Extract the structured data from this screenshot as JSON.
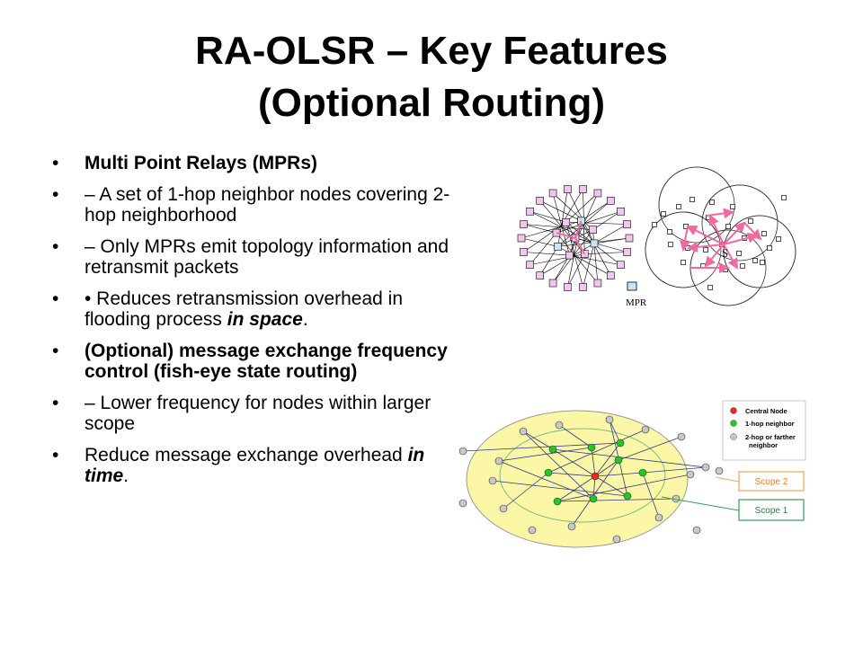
{
  "slide": {
    "title_line1": "RA-OLSR – Key Features",
    "title_line2": "(Optional Routing)",
    "bullet_char": "•",
    "bullets": {
      "b1": "Multi Point Relays (MPRs)",
      "b2": "– A set of 1-hop neighbor nodes covering 2-hop neighborhood",
      "b3": "– Only MPRs emit topology information and retransmit packets",
      "b4_pre": "• Reduces retransmission overhead in flooding process ",
      "b4_em": "in space",
      "b4_post": ".",
      "b5": "(Optional) message exchange frequency control (fish-eye state routing)",
      "b6": "– Lower frequency for nodes within larger scope",
      "b7_pre": "Reduce message exchange overhead ",
      "b7_em": "in time",
      "b7_post": "."
    }
  },
  "mpr_diagram": {
    "legend_label": "MPR",
    "source_label": "S",
    "colors": {
      "node": "#f2c6ee",
      "mpr": "#c8e6f5",
      "arrow": "#ef6aa0"
    }
  },
  "fisheye_diagram": {
    "legend": {
      "central": "Central Node",
      "one_hop": "1-hop neighbor",
      "two_hop_line1": "2-hop or farther",
      "two_hop_line2": "neighbor"
    },
    "scope2_label": "Scope 2",
    "scope1_label": "Scope 1",
    "colors": {
      "field": "#fbf7a6",
      "central": "#e8262a",
      "one_hop": "#23c623",
      "two_hop": "#c8c8c8",
      "scope2": "#f2a15a",
      "scope1": "#3c9a5c"
    }
  }
}
